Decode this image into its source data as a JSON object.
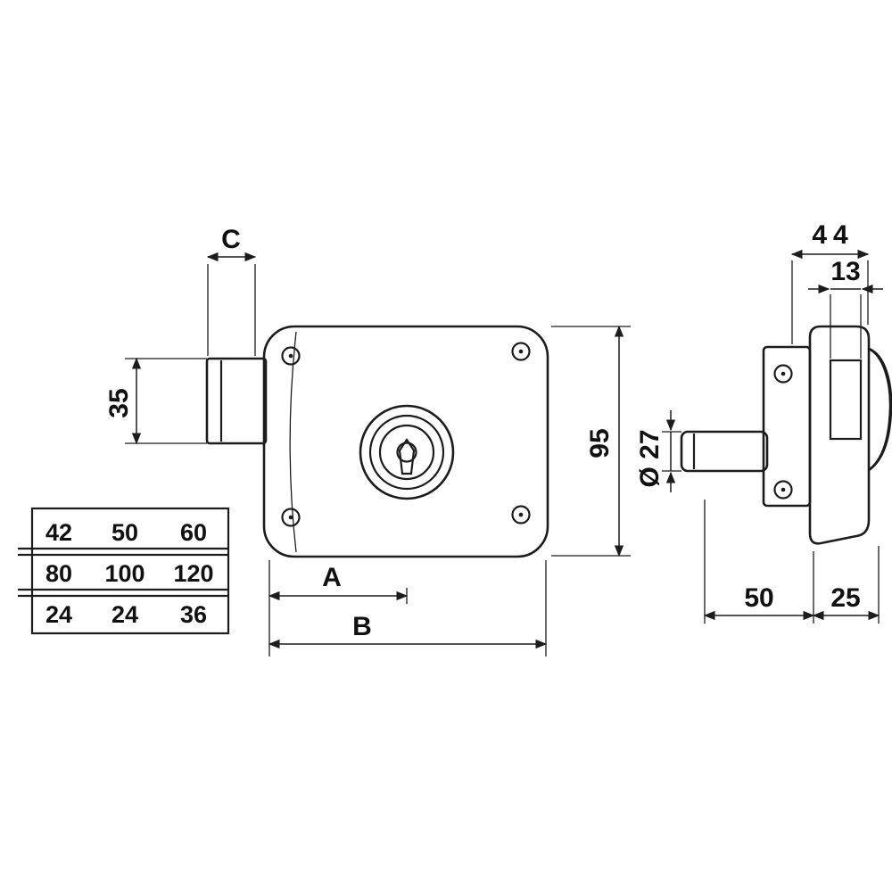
{
  "diagram": {
    "front_view": {
      "label_c": "C",
      "label_35": "35",
      "label_95": "95",
      "label_a": "A",
      "label_b": "B"
    },
    "side_view": {
      "label_44": "44",
      "label_13": "13",
      "label_diameter_27": "Ø 27",
      "label_50": "50",
      "label_25": "25"
    },
    "size_table": {
      "rows": [
        [
          "42",
          "50",
          "60"
        ],
        [
          "80",
          "100",
          "120"
        ],
        [
          "24",
          "24",
          "36"
        ]
      ]
    }
  }
}
